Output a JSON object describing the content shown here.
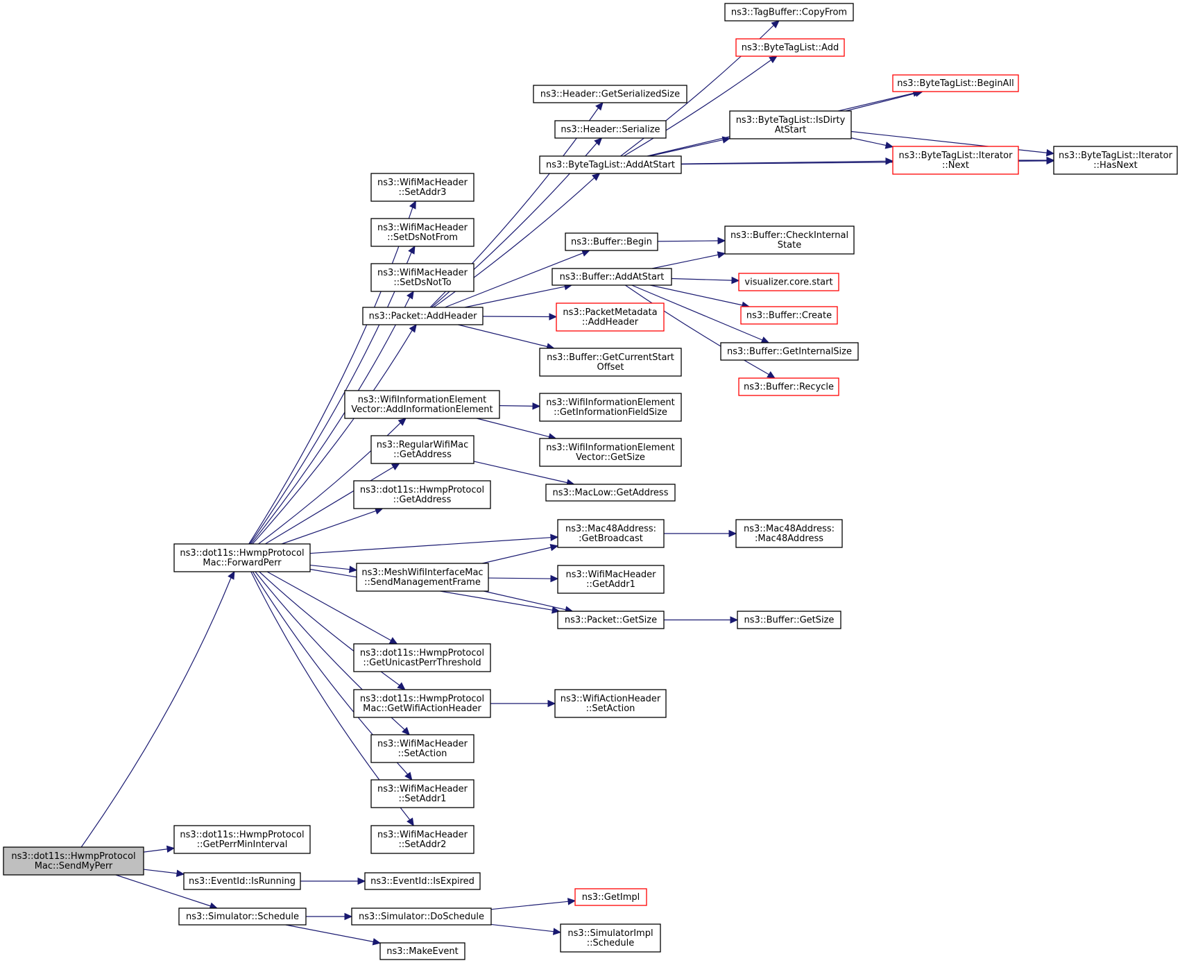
{
  "colors": {
    "edge": "#191970",
    "node_border": "#000000",
    "node_border_truncated": "#ff0000",
    "node_fill": "#ffffff",
    "root_fill": "#bfbfbf"
  },
  "nodes": [
    {
      "id": "SendMyPerr",
      "lines": [
        "ns3::dot11s::HwmpProtocol",
        "Mac::SendMyPerr"
      ],
      "root": true
    },
    {
      "id": "ForwardPerr",
      "lines": [
        "ns3::dot11s::HwmpProtocol",
        "Mac::ForwardPerr"
      ]
    },
    {
      "id": "GetPerrMinInterval",
      "lines": [
        "ns3::dot11s::HwmpProtocol",
        "::GetPerrMinInterval"
      ]
    },
    {
      "id": "IsRunning",
      "lines": [
        "ns3::EventId::IsRunning"
      ]
    },
    {
      "id": "Schedule",
      "lines": [
        "ns3::Simulator::Schedule"
      ]
    },
    {
      "id": "IsExpired",
      "lines": [
        "ns3::EventId::IsExpired"
      ]
    },
    {
      "id": "DoSchedule",
      "lines": [
        "ns3::Simulator::DoSchedule"
      ]
    },
    {
      "id": "MakeEvent",
      "lines": [
        "ns3::MakeEvent"
      ]
    },
    {
      "id": "GetImpl",
      "lines": [
        "ns3::GetImpl"
      ],
      "truncated": true
    },
    {
      "id": "SimImplSchedule",
      "lines": [
        "ns3::SimulatorImpl",
        "::Schedule"
      ]
    },
    {
      "id": "SetAddr3",
      "lines": [
        "ns3::WifiMacHeader",
        "::SetAddr3"
      ]
    },
    {
      "id": "SetDsNotFrom",
      "lines": [
        "ns3::WifiMacHeader",
        "::SetDsNotFrom"
      ]
    },
    {
      "id": "SetDsNotTo",
      "lines": [
        "ns3::WifiMacHeader",
        "::SetDsNotTo"
      ]
    },
    {
      "id": "PacketAddHeader",
      "lines": [
        "ns3::Packet::AddHeader"
      ]
    },
    {
      "id": "AddInfoElement",
      "lines": [
        "ns3::WifiInformationElement",
        "Vector::AddInformationElement"
      ]
    },
    {
      "id": "RegGetAddress",
      "lines": [
        "ns3::RegularWifiMac",
        "::GetAddress"
      ]
    },
    {
      "id": "HwmpGetAddress",
      "lines": [
        "ns3::dot11s::HwmpProtocol",
        "::GetAddress"
      ]
    },
    {
      "id": "SendMgmtFrame",
      "lines": [
        "ns3::MeshWifiInterfaceMac",
        "::SendManagementFrame"
      ]
    },
    {
      "id": "GetUnicastPerrThreshold",
      "lines": [
        "ns3::dot11s::HwmpProtocol",
        "::GetUnicastPerrThreshold"
      ]
    },
    {
      "id": "GetWifiActionHeader",
      "lines": [
        "ns3::dot11s::HwmpProtocol",
        "Mac::GetWifiActionHeader"
      ]
    },
    {
      "id": "WmhSetAction",
      "lines": [
        "ns3::WifiMacHeader",
        "::SetAction"
      ]
    },
    {
      "id": "SetAddr1",
      "lines": [
        "ns3::WifiMacHeader",
        "::SetAddr1"
      ]
    },
    {
      "id": "SetAddr2",
      "lines": [
        "ns3::WifiMacHeader",
        "::SetAddr2"
      ]
    },
    {
      "id": "GetSerializedSize",
      "lines": [
        "ns3::Header::GetSerializedSize"
      ]
    },
    {
      "id": "HeaderSerialize",
      "lines": [
        "ns3::Header::Serialize"
      ]
    },
    {
      "id": "BtlAddAtStart",
      "lines": [
        "ns3::ByteTagList::AddAtStart"
      ]
    },
    {
      "id": "BufferBegin",
      "lines": [
        "ns3::Buffer::Begin"
      ]
    },
    {
      "id": "BufferAddAtStart",
      "lines": [
        "ns3::Buffer::AddAtStart"
      ]
    },
    {
      "id": "PmAddHeader",
      "lines": [
        "ns3::PacketMetadata",
        "::AddHeader"
      ],
      "truncated": true
    },
    {
      "id": "GetCurrentStartOffset",
      "lines": [
        "ns3::Buffer::GetCurrentStart",
        "Offset"
      ]
    },
    {
      "id": "GetInformationFieldSize",
      "lines": [
        "ns3::WifiInformationElement",
        "::GetInformationFieldSize"
      ]
    },
    {
      "id": "WieVectorGetSize",
      "lines": [
        "ns3::WifiInformationElement",
        "Vector::GetSize"
      ]
    },
    {
      "id": "MacLowGetAddress",
      "lines": [
        "ns3::MacLow::GetAddress"
      ]
    },
    {
      "id": "GetBroadcast",
      "lines": [
        "ns3::Mac48Address:",
        ":GetBroadcast"
      ]
    },
    {
      "id": "GetAddr1",
      "lines": [
        "ns3::WifiMacHeader",
        "::GetAddr1"
      ]
    },
    {
      "id": "PacketGetSize",
      "lines": [
        "ns3::Packet::GetSize"
      ]
    },
    {
      "id": "WahSetAction",
      "lines": [
        "ns3::WifiActionHeader",
        "::SetAction"
      ]
    },
    {
      "id": "TagBufferCopyFrom",
      "lines": [
        "ns3::TagBuffer::CopyFrom"
      ]
    },
    {
      "id": "BtlAdd",
      "lines": [
        "ns3::ByteTagList::Add"
      ],
      "truncated": true
    },
    {
      "id": "BtlBeginAll",
      "lines": [
        "ns3::ByteTagList::BeginAll"
      ],
      "truncated": true
    },
    {
      "id": "BtlIsDirtyAtStart",
      "lines": [
        "ns3::ByteTagList::IsDirty",
        "AtStart"
      ]
    },
    {
      "id": "BtlIterNext",
      "lines": [
        "ns3::ByteTagList::Iterator",
        "::Next"
      ],
      "truncated": true
    },
    {
      "id": "BtlIterHasNext",
      "lines": [
        "ns3::ByteTagList::Iterator",
        "::HasNext"
      ]
    },
    {
      "id": "CheckInternalState",
      "lines": [
        "ns3::Buffer::CheckInternal",
        "State"
      ]
    },
    {
      "id": "VisualizerStart",
      "lines": [
        "visualizer.core.start"
      ],
      "truncated": true
    },
    {
      "id": "BufferCreate",
      "lines": [
        "ns3::Buffer::Create"
      ],
      "truncated": true
    },
    {
      "id": "GetInternalSize",
      "lines": [
        "ns3::Buffer::GetInternalSize"
      ]
    },
    {
      "id": "BufferRecycle",
      "lines": [
        "ns3::Buffer::Recycle"
      ],
      "truncated": true
    },
    {
      "id": "Mac48Address",
      "lines": [
        "ns3::Mac48Address:",
        ":Mac48Address"
      ]
    },
    {
      "id": "BufferGetSize",
      "lines": [
        "ns3::Buffer::GetSize"
      ]
    }
  ],
  "edges": [
    {
      "from": "SendMyPerr",
      "to": "ForwardPerr"
    },
    {
      "from": "SendMyPerr",
      "to": "GetPerrMinInterval"
    },
    {
      "from": "SendMyPerr",
      "to": "IsRunning"
    },
    {
      "from": "SendMyPerr",
      "to": "Schedule"
    },
    {
      "from": "IsRunning",
      "to": "IsExpired"
    },
    {
      "from": "Schedule",
      "to": "DoSchedule"
    },
    {
      "from": "Schedule",
      "to": "MakeEvent"
    },
    {
      "from": "DoSchedule",
      "to": "GetImpl"
    },
    {
      "from": "DoSchedule",
      "to": "SimImplSchedule"
    },
    {
      "from": "ForwardPerr",
      "to": "SetAddr3"
    },
    {
      "from": "ForwardPerr",
      "to": "SetDsNotFrom"
    },
    {
      "from": "ForwardPerr",
      "to": "SetDsNotTo"
    },
    {
      "from": "ForwardPerr",
      "to": "PacketAddHeader"
    },
    {
      "from": "ForwardPerr",
      "to": "AddInfoElement"
    },
    {
      "from": "ForwardPerr",
      "to": "RegGetAddress"
    },
    {
      "from": "ForwardPerr",
      "to": "HwmpGetAddress"
    },
    {
      "from": "ForwardPerr",
      "to": "GetBroadcast"
    },
    {
      "from": "ForwardPerr",
      "to": "SendMgmtFrame"
    },
    {
      "from": "ForwardPerr",
      "to": "PacketGetSize"
    },
    {
      "from": "ForwardPerr",
      "to": "GetUnicastPerrThreshold"
    },
    {
      "from": "ForwardPerr",
      "to": "GetWifiActionHeader"
    },
    {
      "from": "ForwardPerr",
      "to": "WmhSetAction"
    },
    {
      "from": "ForwardPerr",
      "to": "SetAddr1"
    },
    {
      "from": "ForwardPerr",
      "to": "SetAddr2"
    },
    {
      "from": "PacketAddHeader",
      "to": "GetSerializedSize"
    },
    {
      "from": "PacketAddHeader",
      "to": "HeaderSerialize"
    },
    {
      "from": "PacketAddHeader",
      "to": "BtlAddAtStart"
    },
    {
      "from": "PacketAddHeader",
      "to": "BufferBegin"
    },
    {
      "from": "PacketAddHeader",
      "to": "BufferAddAtStart"
    },
    {
      "from": "PacketAddHeader",
      "to": "PmAddHeader"
    },
    {
      "from": "PacketAddHeader",
      "to": "GetCurrentStartOffset"
    },
    {
      "from": "AddInfoElement",
      "to": "GetInformationFieldSize"
    },
    {
      "from": "AddInfoElement",
      "to": "WieVectorGetSize"
    },
    {
      "from": "RegGetAddress",
      "to": "MacLowGetAddress"
    },
    {
      "from": "SendMgmtFrame",
      "to": "GetBroadcast"
    },
    {
      "from": "SendMgmtFrame",
      "to": "GetAddr1"
    },
    {
      "from": "SendMgmtFrame",
      "to": "PacketGetSize"
    },
    {
      "from": "GetWifiActionHeader",
      "to": "WahSetAction"
    },
    {
      "from": "GetBroadcast",
      "to": "Mac48Address"
    },
    {
      "from": "PacketGetSize",
      "to": "BufferGetSize"
    },
    {
      "from": "BtlAddAtStart",
      "to": "TagBufferCopyFrom"
    },
    {
      "from": "BtlAddAtStart",
      "to": "BtlAdd"
    },
    {
      "from": "BtlAddAtStart",
      "to": "BtlBeginAll"
    },
    {
      "from": "BtlAddAtStart",
      "to": "BtlIsDirtyAtStart"
    },
    {
      "from": "BtlAddAtStart",
      "to": "BtlIterNext"
    },
    {
      "from": "BtlAddAtStart",
      "to": "BtlIterHasNext"
    },
    {
      "from": "BtlIsDirtyAtStart",
      "to": "BtlBeginAll"
    },
    {
      "from": "BtlIsDirtyAtStart",
      "to": "BtlIterNext"
    },
    {
      "from": "BtlIsDirtyAtStart",
      "to": "BtlIterHasNext"
    },
    {
      "from": "BtlIterNext",
      "to": "BtlIterHasNext"
    },
    {
      "from": "BufferBegin",
      "to": "CheckInternalState"
    },
    {
      "from": "BufferAddAtStart",
      "to": "CheckInternalState"
    },
    {
      "from": "BufferAddAtStart",
      "to": "VisualizerStart"
    },
    {
      "from": "BufferAddAtStart",
      "to": "BufferCreate"
    },
    {
      "from": "BufferAddAtStart",
      "to": "GetInternalSize"
    },
    {
      "from": "BufferAddAtStart",
      "to": "BufferRecycle"
    }
  ]
}
